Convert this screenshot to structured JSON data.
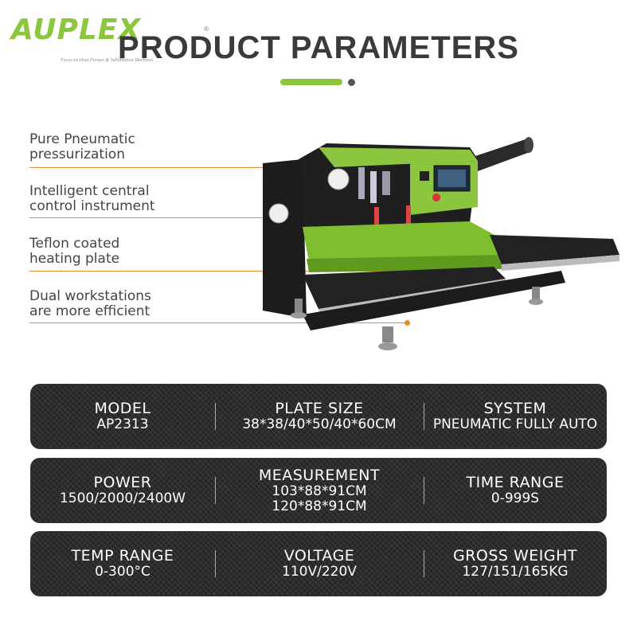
{
  "logo": {
    "text": "AUPLEX",
    "reg": "®",
    "tagline": "Focus on Heat Presses & Sublimation Machines"
  },
  "title": "PRODUCT PARAMETERS",
  "colors": {
    "accent": "#8cc63f",
    "callout": "#e78a2f",
    "panel": "#262626",
    "title": "#3a3a3a"
  },
  "features": [
    {
      "line1": "Pure Pneumatic",
      "line2": "pressurization"
    },
    {
      "line1": "Intelligent central",
      "line2": "control instrument"
    },
    {
      "line1": "Teflon coated",
      "line2": "heating plate"
    },
    {
      "line1": "Dual workstations",
      "line2": "are more efficient"
    }
  ],
  "specs": [
    [
      {
        "label": "MODEL",
        "value": "AP2313"
      },
      {
        "label": "PLATE SIZE",
        "value": "38*38/40*50/40*60CM"
      },
      {
        "label": "SYSTEM",
        "value": "PNEUMATIC FULLY AUTO"
      }
    ],
    [
      {
        "label": "POWER",
        "value": "1500/2000/2400W"
      },
      {
        "label": "MEASUREMENT",
        "value": "103*88*91CM",
        "value2": "120*88*91CM"
      },
      {
        "label": "TIME RANGE",
        "value": "0-999S"
      }
    ],
    [
      {
        "label": "TEMP RANGE",
        "value": "0-300°C"
      },
      {
        "label": "VOLTAGE",
        "value": "110V/220V"
      },
      {
        "label": "GROSS WEIGHT",
        "value": "127/151/165KG"
      }
    ]
  ]
}
